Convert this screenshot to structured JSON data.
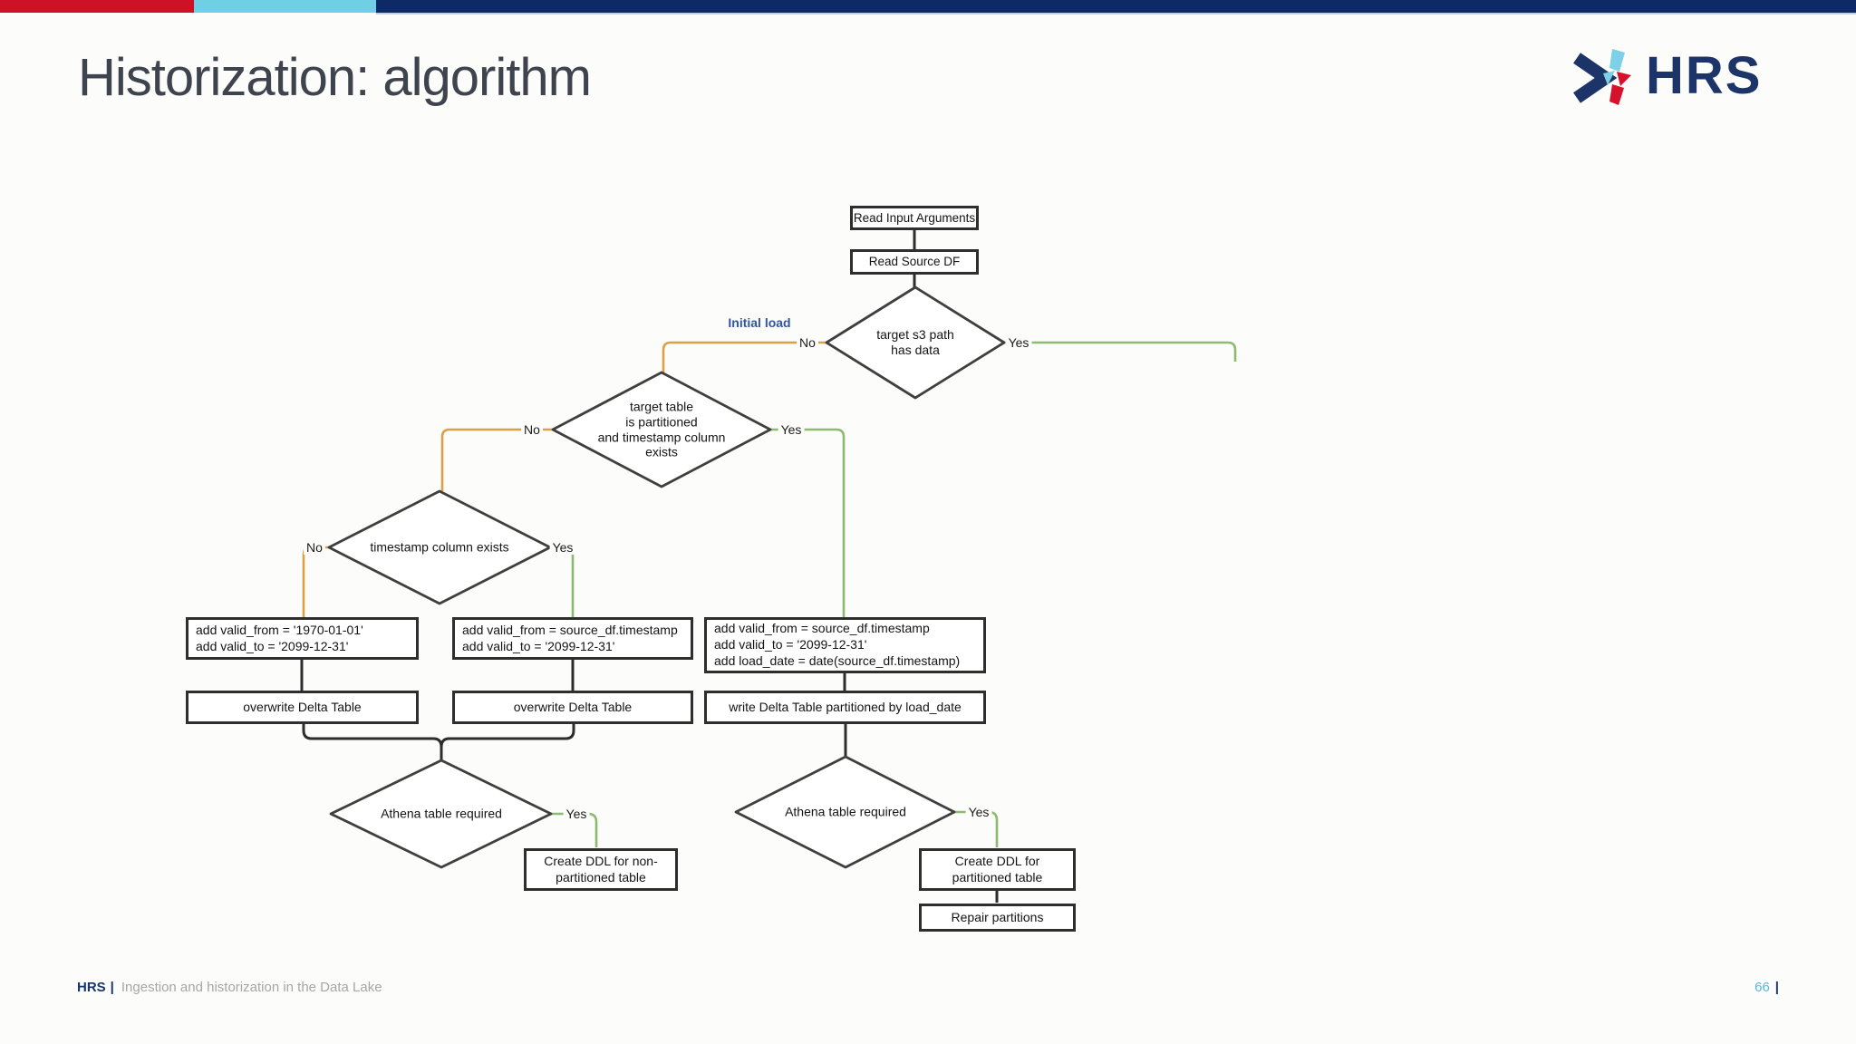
{
  "slide": {
    "title": "Historization: algorithm",
    "logo": {
      "text": "HRS"
    },
    "top_bar_colors": {
      "red": "#ce1126",
      "cyan": "#6fcfe4",
      "navy": "#0e2a66"
    }
  },
  "flowchart": {
    "colors": {
      "no_branch": "#dd9f44",
      "yes_branch": "#8cba6e",
      "connector": "#2d2d2d",
      "shape_border": "#3f3f3f",
      "initial_load_label": "#2f55a4"
    },
    "labels": {
      "yes": "Yes",
      "no": "No",
      "initial_load": "Initial load"
    },
    "nodes": {
      "read_input": "Read Input Arguments",
      "read_source": "Read Source DF",
      "target_s3": "target s3 path\nhas data",
      "target_partitioned": "target table\nis partitioned\nand timestamp column\nexists",
      "timestamp_exists": "timestamp column exists",
      "add_valid_default": "add valid_from = '1970-01-01'\nadd valid_to = '2099-12-31'",
      "add_valid_source": "add valid_from = source_df.timestamp\nadd valid_to = '2099-12-31'",
      "add_valid_load": "add valid_from = source_df.timestamp\nadd valid_to = '2099-12-31'\nadd load_date = date(source_df.timestamp)",
      "overwrite_left": "overwrite Delta Table",
      "overwrite_mid": "overwrite Delta Table",
      "write_partitioned": "write Delta Table partitioned by load_date",
      "athena_left": "Athena table required",
      "athena_right": "Athena table required",
      "ddl_nonpartitioned": "Create DDL for non-\npartitioned table",
      "ddl_partitioned": "Create DDL for\npartitioned table",
      "repair_partitions": "Repair partitions"
    }
  },
  "footer": {
    "brand": "HRS",
    "separator": "|",
    "subtitle": "Ingestion and historization in the Data Lake",
    "page_number": "66",
    "page_number_color": "#57b8e0"
  }
}
